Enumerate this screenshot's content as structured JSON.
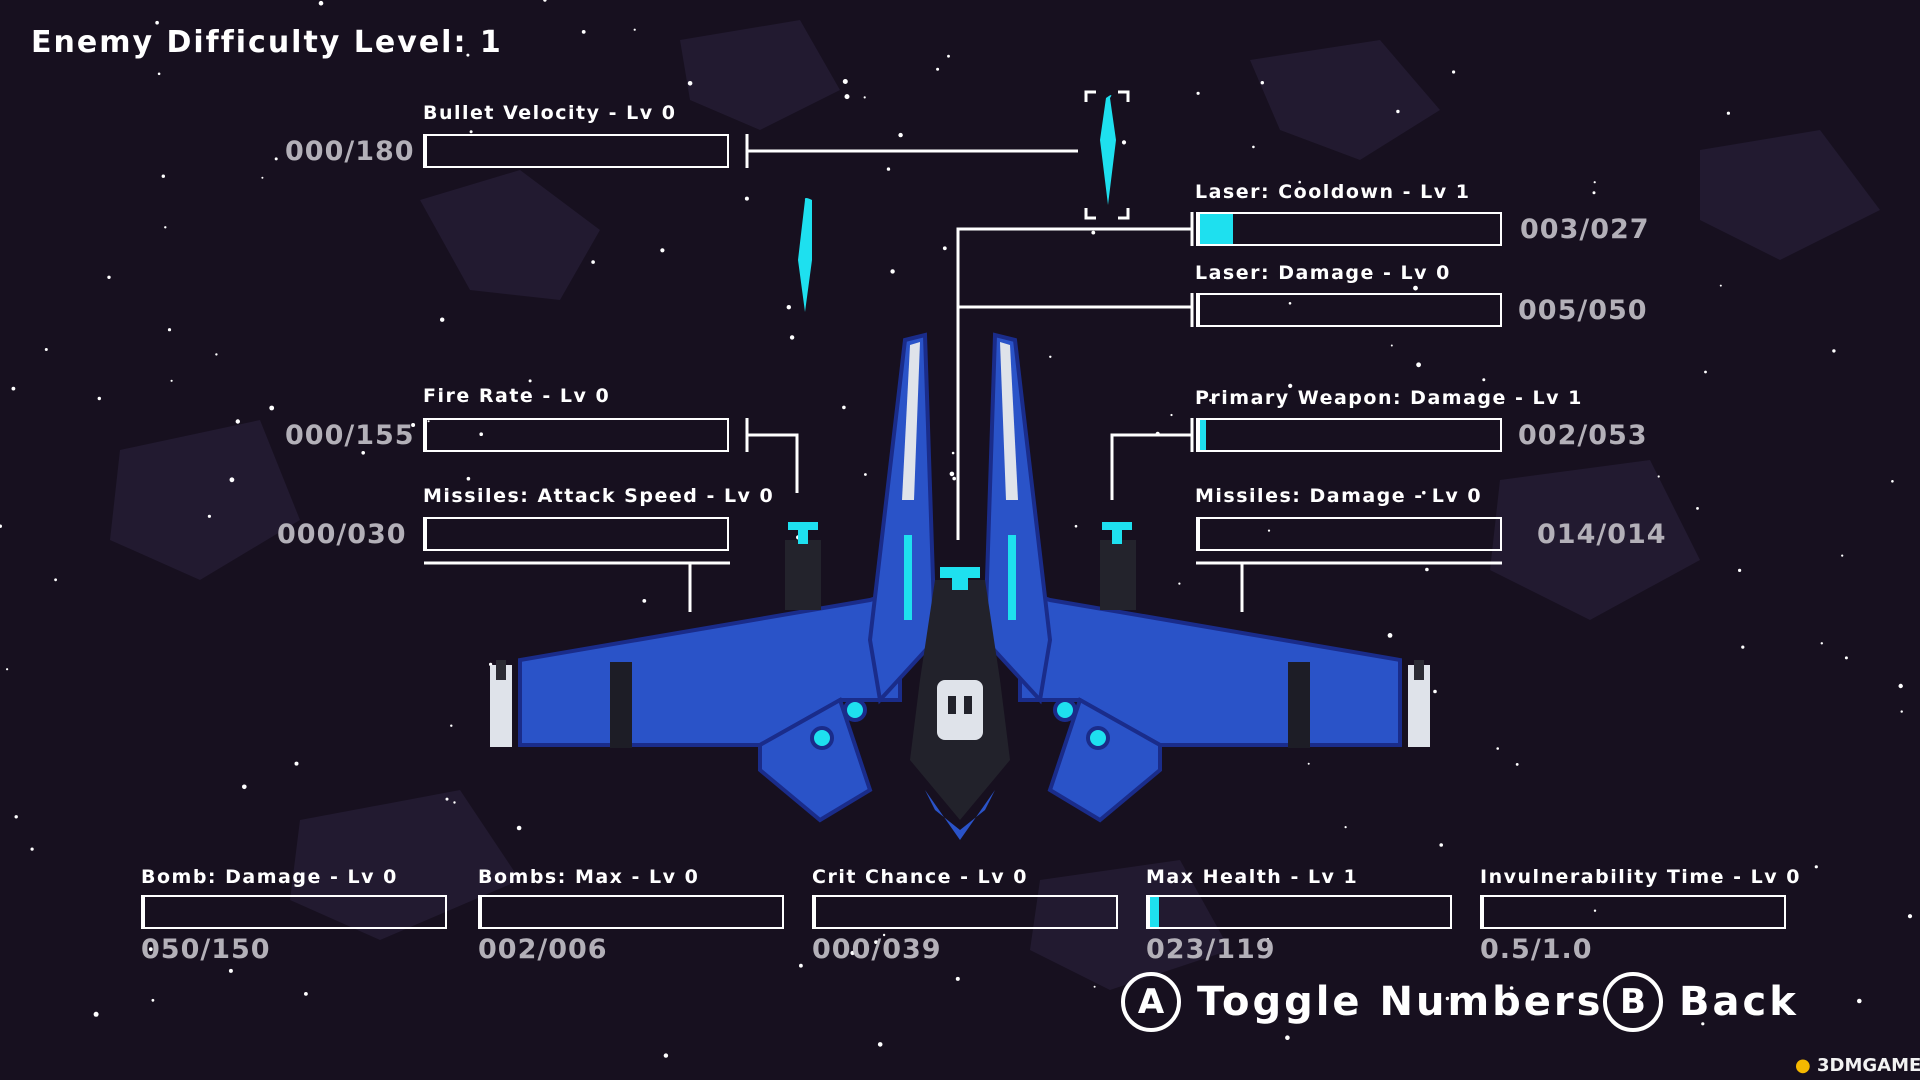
{
  "header": {
    "title": "Enemy Difficulty Level: 1"
  },
  "stats": [
    {
      "label": "Bullet Velocity - Lv 0",
      "value": "000/180",
      "progress": 0
    },
    {
      "label": "Laser: Cooldown - Lv 1",
      "value": "003/027",
      "progress": 0.11
    },
    {
      "label": "Laser: Damage - Lv 0",
      "value": "005/050",
      "progress": 0
    },
    {
      "label": "Fire Rate - Lv 0",
      "value": "000/155",
      "progress": 0
    },
    {
      "label": "Primary Weapon: Damage - Lv 1",
      "value": "002/053",
      "progress": 0.02
    },
    {
      "label": "Missiles: Attack Speed - Lv 0",
      "value": "000/030",
      "progress": 0
    },
    {
      "label": "Missiles: Damage - Lv 0",
      "value": "014/014",
      "progress": 0
    },
    {
      "label": "Bomb: Damage - Lv 0",
      "value": "050/150",
      "progress": 0
    },
    {
      "label": "Bombs: Max - Lv 0",
      "value": "002/006",
      "progress": 0
    },
    {
      "label": "Crit Chance - Lv 0",
      "value": "000/039",
      "progress": 0
    },
    {
      "label": "Max Health - Lv 1",
      "value": "023/119",
      "progress": 0.03
    },
    {
      "label": "Invulnerability Time - Lv 0",
      "value": "0.5/1.0",
      "progress": 0
    }
  ],
  "controls": {
    "toggle": {
      "button": "A",
      "label": "Toggle Numbers"
    },
    "back": {
      "button": "B",
      "label": "Back"
    }
  },
  "watermark": "3DMGAME",
  "colors": {
    "background": "#17101f",
    "accent": "#1ee0ef",
    "ship_blue": "#2a53c8",
    "value_gray": "#b3b0b8"
  }
}
